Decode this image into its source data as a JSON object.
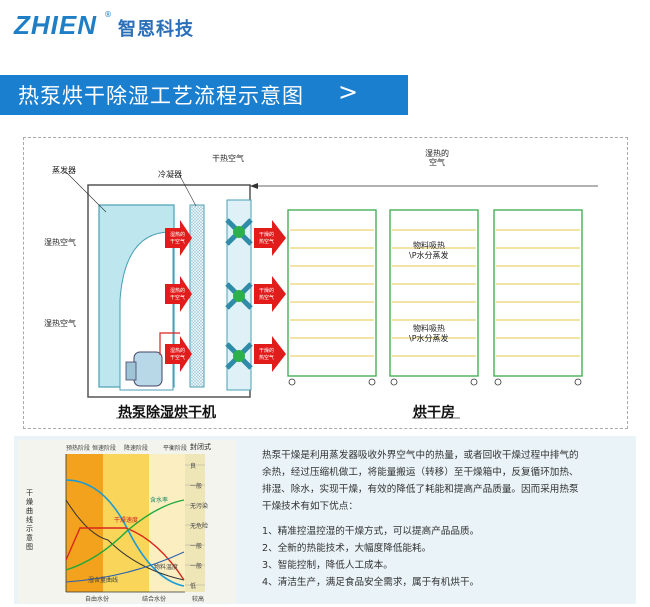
{
  "header": {
    "logo_text": "ZHIEN",
    "logo_reg": "®",
    "logo_cn": "智恩科技",
    "banner_title": "热泵烘干除湿工艺流程示意图",
    "banner_arrow": ">"
  },
  "diagram": {
    "labels": {
      "evaporator": "蒸发器",
      "condenser": "冷凝器",
      "dry_hot_air_top": "干热空气",
      "humid_hot_air_top_1": "湿热的",
      "humid_hot_air_top_2": "空气",
      "humid_hot_air_left_1": "湿热空气",
      "humid_hot_air_left_2": "湿热空气",
      "hot_air_arrow_1a": "湿热的",
      "hot_air_arrow_1b": "干空气",
      "hot_air_arrow_2a": "湿热的",
      "hot_air_arrow_2b": "干空气",
      "hot_air_arrow_3a": "湿热的",
      "hot_air_arrow_3b": "干空气",
      "dry_arrow_1a": "干燥的",
      "dry_arrow_1b": "热空气",
      "dry_arrow_2a": "干燥的",
      "dry_arrow_2b": "热空气",
      "dry_arrow_3a": "干燥的",
      "dry_arrow_3b": "热空气",
      "material_1a": "物料吸热",
      "material_1b": "\\P水分蒸发",
      "material_2a": "物料吸热",
      "material_2b": "\\P水分蒸发",
      "caption_machine": "热泵除湿烘干机",
      "caption_room": "烘干房"
    }
  },
  "chart": {
    "phases": [
      "预热阶段",
      "恒速阶段",
      "降速阶段",
      "平衡阶段",
      "封闭式"
    ],
    "y_axis": [
      "干",
      "燥",
      "曲",
      "线",
      "示",
      "意",
      "图"
    ],
    "scale_labels": [
      "良",
      "一般",
      "无污染",
      "无危险",
      "一般",
      "一般",
      "低"
    ],
    "curve_labels": [
      "干燥速度",
      "含水率",
      "物料温度"
    ],
    "curve_note": "湿含量曲线",
    "bottom_labels": [
      "自由水份",
      "结合水份"
    ],
    "footer": "较高",
    "colors": {
      "orange": "#f2a21c",
      "yellow": "#f9d65a",
      "pale": "#fbeec0",
      "right": "#efe6b8"
    }
  },
  "description": {
    "paragraph": [
      "热泵干燥是利用蒸发器吸收外界空气中的热量，或者回收干燥过程中排气的",
      "余热，经过压缩机做工，将能量搬运（转移）至干燥箱中，反复循环加热、",
      "排湿、除水，实现干燥，有效的降低了耗能和提高产品质量。因而采用热泵",
      "干燥技术有如下优点："
    ],
    "points": [
      "1、精准控温控湿的干燥方式，可以提高产品品质。",
      "2、全新的热能技术，大幅度降低能耗。",
      "3、智能控制，降低人工成本。",
      "4、清洁生产，满足食品安全需求，属于有机烘干。"
    ]
  }
}
